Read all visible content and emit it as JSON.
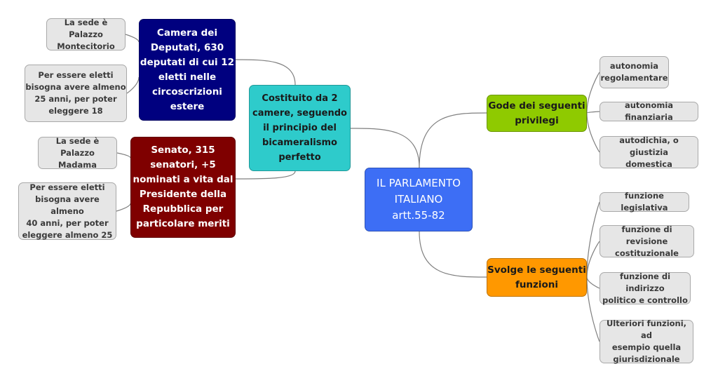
{
  "colors": {
    "root": "#3d6ef5",
    "camera": "#00007f",
    "senato": "#7f0000",
    "bicam": "#2ecbcb",
    "privilegi": "#8fca00",
    "funzioni": "#ff9800",
    "leaf": "#e6e6e6",
    "link": "#7f7f7f"
  },
  "root": "IL PARLAMENTO\nITALIANO\nartt.55-82",
  "bicameralismo": "Costituito da 2\ncamere, seguendo\nil principio del\nbicameralismo\nperfetto",
  "camera": {
    "label": "Camera dei\nDeputati, 630\ndeputati di cui 12\neletti nelle\ncircoscrizioni\nestere",
    "sede": "La sede è Palazzo\nMontecitorio",
    "requisiti": "Per essere eletti\nbisogna avere  almeno\n25 anni, per poter\neleggere 18"
  },
  "senato": {
    "label": "Senato, 315\nsenatori, +5\nnominati a vita dal\nPresidente della\nRepubblica per\nparticolare meriti",
    "sede": "La sede è Palazzo\nMadama",
    "requisiti": "Per essere eletti\nbisogna avere almeno\n40 anni, per poter\neleggere almeno 25"
  },
  "privilegi": {
    "label": "Gode dei seguenti\nprivilegi",
    "items": [
      "autonomia\nregolamentare",
      "autonomia finanziaria",
      "autodichia, o giustizia\ndomestica"
    ]
  },
  "funzioni": {
    "label": "Svolge le seguenti\nfunzioni",
    "items": [
      "funzione legislativa",
      "funzione di revisione\ncostituzionale",
      "funzione di indirizzo\npolitico e controllo",
      "Ulteriori funzioni, ad\nesempio quella\ngiurisdizionale"
    ]
  }
}
